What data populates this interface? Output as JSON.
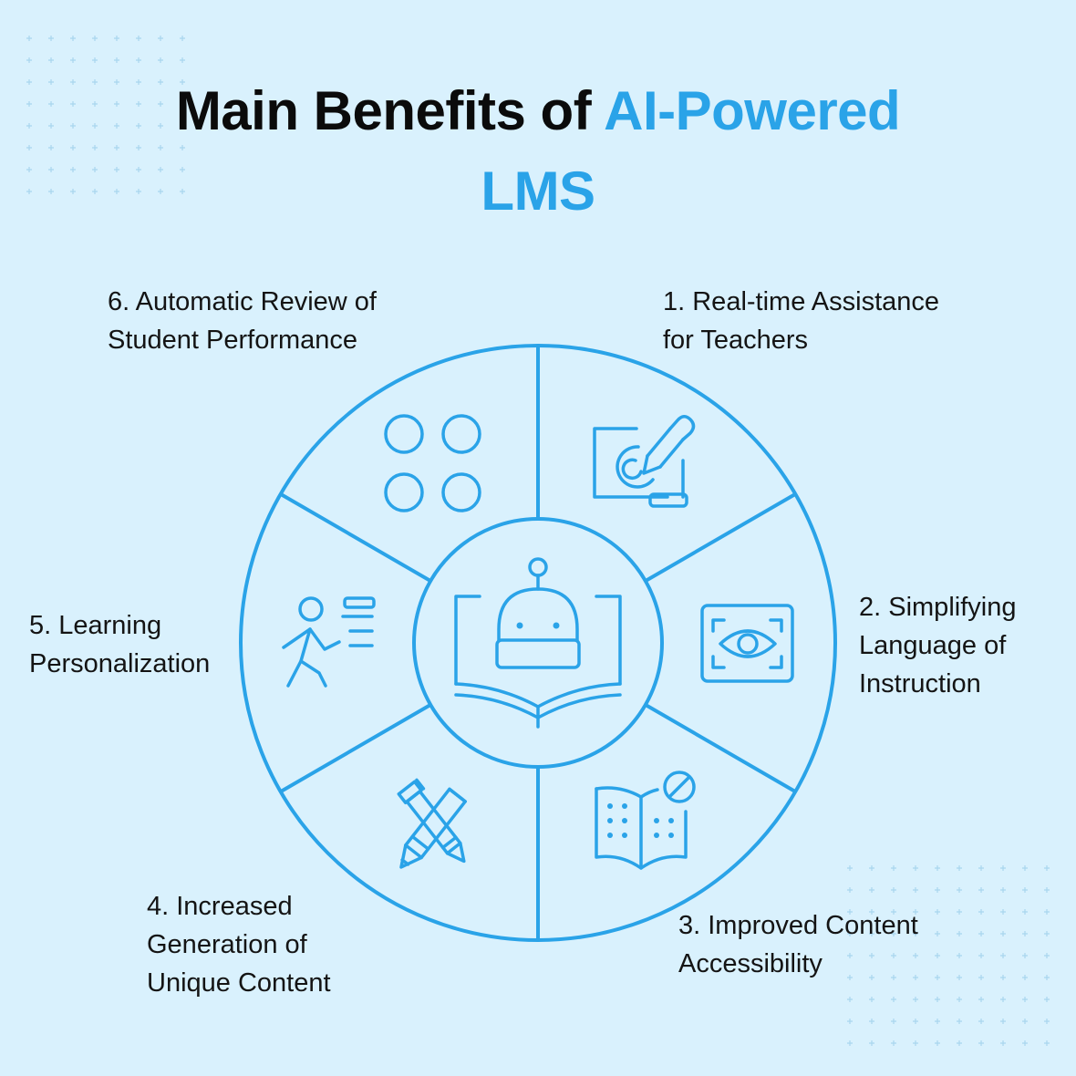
{
  "title": {
    "main": "Main Benefits of",
    "accent_line1": "AI-Powered",
    "accent_line2": "LMS"
  },
  "benefits": [
    {
      "lines": [
        "1. Real-time Assistance",
        "for Teachers"
      ],
      "icon": "drawing-tablet-pen-icon"
    },
    {
      "lines": [
        "2. Simplifying",
        "Language of",
        "Instruction"
      ],
      "icon": "eye-scan-icon"
    },
    {
      "lines": [
        "3. Improved Content",
        "Accessibility"
      ],
      "icon": "braille-book-icon"
    },
    {
      "lines": [
        "4. Increased",
        "Generation of",
        "Unique Content"
      ],
      "icon": "pen-and-pencil-crossed-icon"
    },
    {
      "lines": [
        "5. Learning",
        "Personalization"
      ],
      "icon": "running-person-icon"
    },
    {
      "lines": [
        "6. Automatic Review of",
        "Student Performance"
      ],
      "icon": "four-circles-grid-icon"
    }
  ],
  "center_icon": "robot-book-icon",
  "colors": {
    "background": "#d9f1fd",
    "accent": "#2aa3e8",
    "text": "#141414"
  }
}
